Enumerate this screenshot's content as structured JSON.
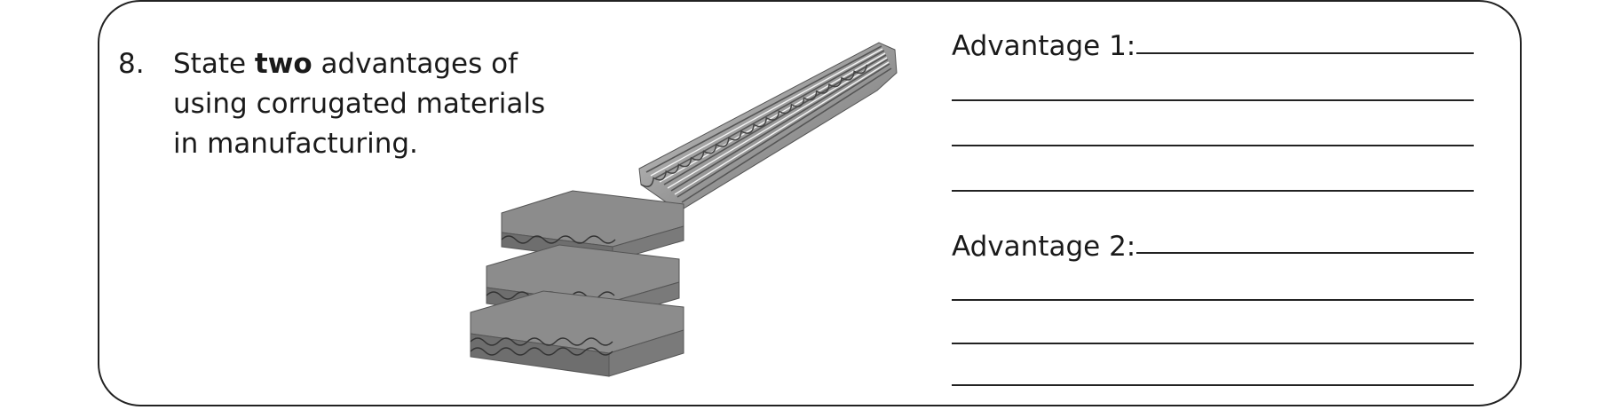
{
  "question": {
    "number": "8.",
    "text_before": "State ",
    "text_bold": "two",
    "text_after": " advantages of using corrugated materials in manufacturing."
  },
  "answers": {
    "advantage_1_label": "Advantage 1:",
    "advantage_2_label": "Advantage 2:"
  },
  "illustration": {
    "items": [
      "corrugated-metal-sheet",
      "corrugated-cardboard-stack"
    ]
  }
}
